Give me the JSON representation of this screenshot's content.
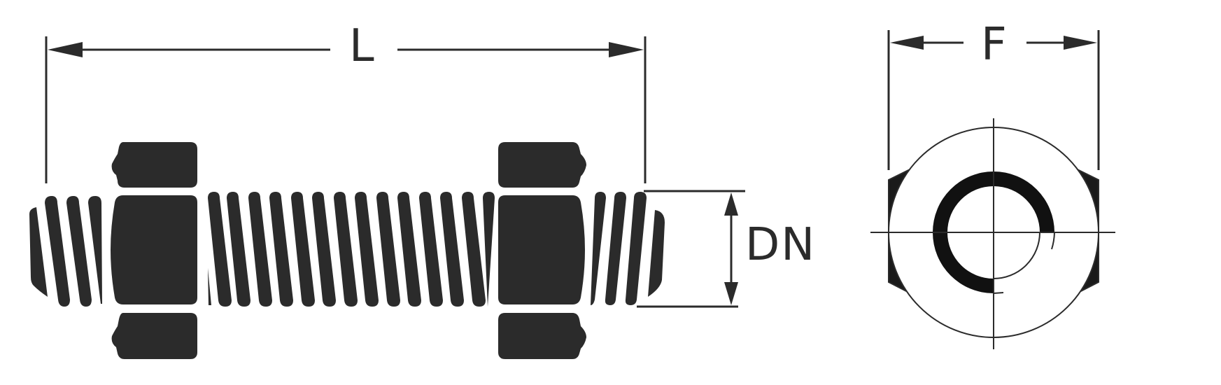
{
  "diagram": {
    "title": "Stud bolt with two nuts — side view and nut end view",
    "labels": {
      "length": "L",
      "nominal_diameter": "DN",
      "across_flats": "F"
    },
    "colors": {
      "ink": "#2b2b2b",
      "background": "#ffffff"
    },
    "components": [
      "threaded stud",
      "hex nut (left)",
      "hex nut (right)",
      "hex nut end view"
    ]
  }
}
